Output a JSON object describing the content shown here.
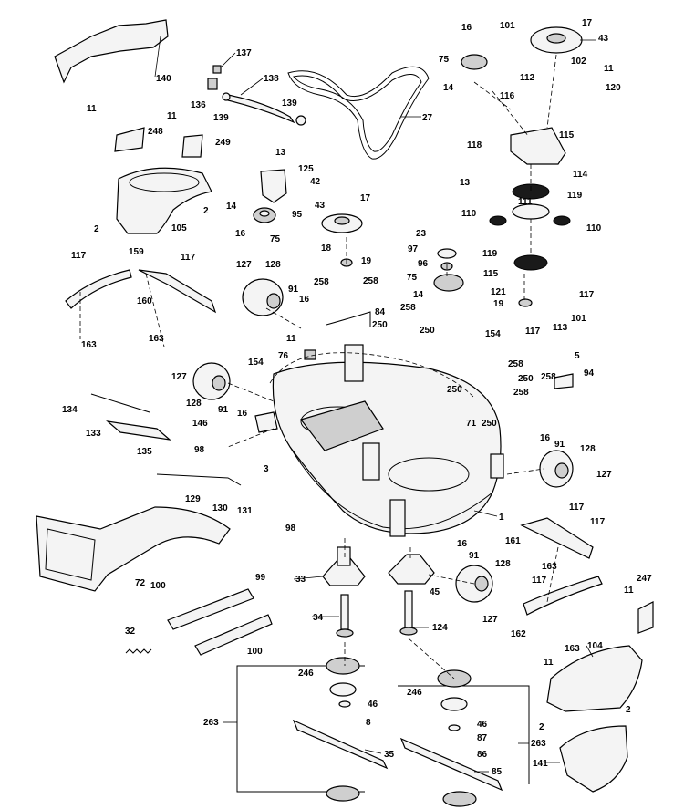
{
  "labels": {
    "l1": "1",
    "l2a": "2",
    "l2b": "2",
    "l2c": "2",
    "l3": "3",
    "l5": "5",
    "l8": "8",
    "l11a": "11",
    "l11b": "11",
    "l11c": "11",
    "l11d": "11",
    "l11e": "11",
    "l11f": "11",
    "l13a": "13",
    "l13b": "13",
    "l14a": "14",
    "l14b": "14",
    "l14c": "14",
    "l16a": "16",
    "l16b": "16",
    "l16c": "16",
    "l16d": "16",
    "l16e": "16",
    "l16f": "16",
    "l17a": "17",
    "l17b": "17",
    "l18": "18",
    "l19a": "19",
    "l19b": "19",
    "l23": "23",
    "l27": "27",
    "l32": "32",
    "l33": "33",
    "l34": "34",
    "l35": "35",
    "l42": "42",
    "l43a": "43",
    "l43b": "43",
    "l45": "45",
    "l46a": "46",
    "l46b": "46",
    "l71": "71",
    "l72": "72",
    "l75a": "75",
    "l75b": "75",
    "l75c": "75",
    "l76": "76",
    "l84": "84",
    "l85": "85",
    "l86": "86",
    "l87": "87",
    "l91a": "91",
    "l91b": "91",
    "l91c": "91",
    "l91d": "91",
    "l94": "94",
    "l95": "95",
    "l96": "96",
    "l97": "97",
    "l98a": "98",
    "l98b": "98",
    "l99": "99",
    "l100a": "100",
    "l100b": "100",
    "l101a": "101",
    "l101b": "101",
    "l102": "102",
    "l104": "104",
    "l105": "105",
    "l110a": "110",
    "l110b": "110",
    "l111": "111",
    "l112": "112",
    "l113": "113",
    "l114": "114",
    "l115a": "115",
    "l115b": "115",
    "l116": "116",
    "l117a": "117",
    "l117b": "117",
    "l117c": "117",
    "l117d": "117",
    "l117e": "117",
    "l117f": "117",
    "l117g": "117",
    "l118": "118",
    "l119a": "119",
    "l119b": "119",
    "l120": "120",
    "l121": "121",
    "l124": "124",
    "l125": "125",
    "l127a": "127",
    "l127b": "127",
    "l127c": "127",
    "l127d": "127",
    "l128a": "128",
    "l128b": "128",
    "l128c": "128",
    "l128d": "128",
    "l129": "129",
    "l130": "130",
    "l131": "131",
    "l133": "133",
    "l134": "134",
    "l135": "135",
    "l136": "136",
    "l137": "137",
    "l138": "138",
    "l139a": "139",
    "l139b": "139",
    "l140": "140",
    "l141": "141",
    "l146": "146",
    "l154a": "154",
    "l154b": "154",
    "l159": "159",
    "l160": "160",
    "l161": "161",
    "l162": "162",
    "l163a": "163",
    "l163b": "163",
    "l163c": "163",
    "l163d": "163",
    "l246a": "246",
    "l246b": "246",
    "l247": "247",
    "l248": "248",
    "l249": "249",
    "l250a": "250",
    "l250b": "250",
    "l250c": "250",
    "l250d": "250",
    "l250e": "250",
    "l258a": "258",
    "l258b": "258",
    "l258c": "258",
    "l258d": "258",
    "l258e": "258",
    "l258f": "258",
    "l263a": "263",
    "l263b": "263"
  }
}
